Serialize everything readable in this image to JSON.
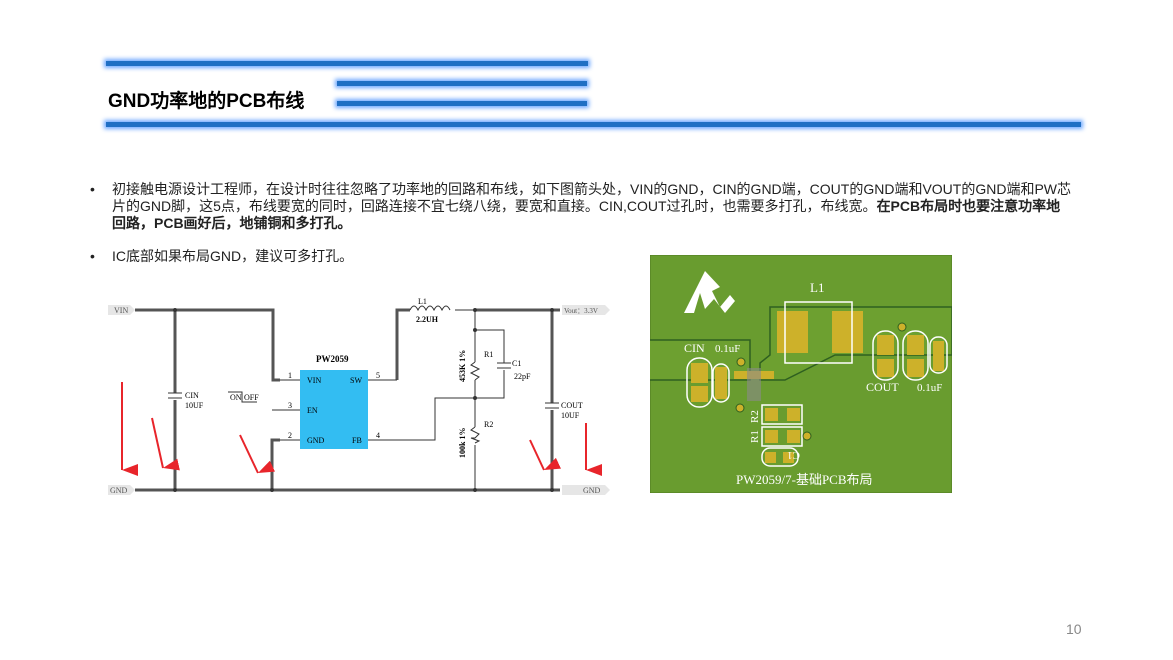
{
  "title": "GND功率地的PCB布线",
  "bullets": [
    {
      "text": "初接触电源设计工程师，在设计时往往忽略了功率地的回路和布线，如下图箭头处，VIN的GND，CIN的GND端，COUT的GND端和VOUT的GND端和PW芯片的GND脚，这5点，布线要宽的同时，回路连接不宜七绕八绕，要宽和直接。CIN,COUT过孔时，也需要多打孔，布线宽。",
      "bold": "在PCB布局时也要注意功率地回路，PCB画好后，地铺铜和多打孔。"
    },
    {
      "text": "IC底部如果布局GND，建议可多打孔。"
    }
  ],
  "schematic": {
    "vin": "VIN",
    "gnd_left": "GND",
    "gnd_right": "GND",
    "vout": "Vout：3.3V",
    "ic": "PW2059",
    "pins": {
      "p1": "1",
      "p2": "2",
      "p3": "3",
      "p4": "4",
      "p5": "5",
      "vin": "VIN",
      "sw": "SW",
      "en": "EN",
      "gnd": "GND",
      "fb": "FB"
    },
    "on": "ON",
    "off": "OFF",
    "cin": "CIN",
    "cin_val": "10UF",
    "l1": "L1",
    "l1_val": "2.2UH",
    "r1": "R1",
    "r1_val": "453K 1%",
    "c1": "C1",
    "c1_val": "22pF",
    "r2": "R2",
    "r2_val": "100k 1%",
    "cout": "COUT",
    "cout_val": "10UF"
  },
  "pcb": {
    "l1": "L1",
    "cin": "CIN",
    "cin_cap": "0.1uF",
    "cout": "COUT",
    "cout_cap": "0.1uF",
    "r1": "R1",
    "r2": "R2",
    "c1": "C1",
    "caption": "PW2059/7-基础PCB布局",
    "logo": "PW"
  },
  "page_number": "10"
}
